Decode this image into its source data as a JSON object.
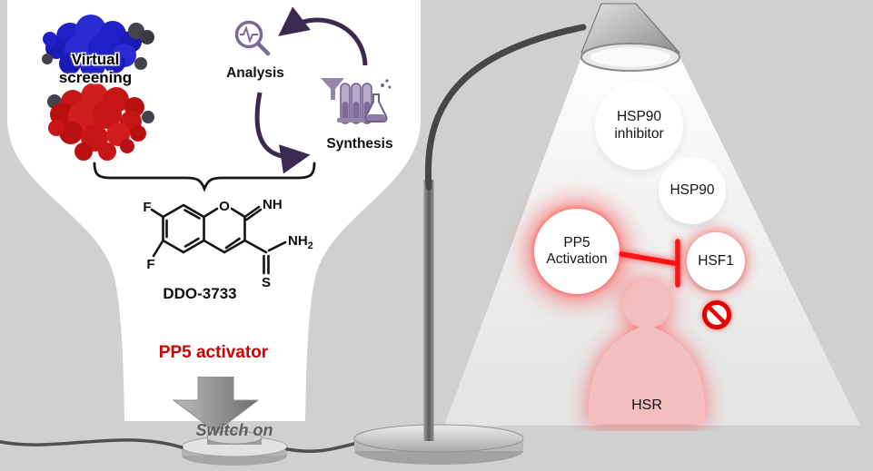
{
  "left": {
    "protein_caption_line1": "Virtual",
    "protein_caption_line2": "screening",
    "analysis": "Analysis",
    "synthesis": "Synthesis",
    "atoms": {
      "f_top": "F",
      "f_bottom": "F",
      "o": "O",
      "imine": "NH",
      "amine": "NH",
      "amine_sub": "2",
      "thione": "S"
    },
    "compound": "DDO-3733",
    "activator": "PP5 activator",
    "switch_on": "Switch on"
  },
  "right": {
    "node_hsp90_inhibitor": {
      "line1": "HSP90",
      "line2": "inhibitor"
    },
    "node_hsp90": {
      "label": "HSP90"
    },
    "node_hsf1": {
      "label": "HSF1"
    },
    "node_pp5": {
      "line1": "PP5",
      "line2": "Activation"
    },
    "hsr": "HSR"
  },
  "icons": {
    "analysis_icon": "magnifier-with-pulse",
    "synthesis_icon": "test-tubes-and-flask",
    "cycle_icon": "circular-arrows",
    "lamp_icon": "desk-lamp",
    "prohibition_icon": "no-entry-sign",
    "down_arrow_icon": "block-arrow-down"
  },
  "colors": {
    "activator_red": "#cf0000",
    "glow_red": "#ff3c3c",
    "icon_purple": "#7b6b94",
    "arrow_purple": "#3b2a50",
    "protein_blue": "#2020c8",
    "protein_red": "#c81616",
    "silhouette_pink": "#f5bebe",
    "background_gray": "#d0d0d0"
  }
}
